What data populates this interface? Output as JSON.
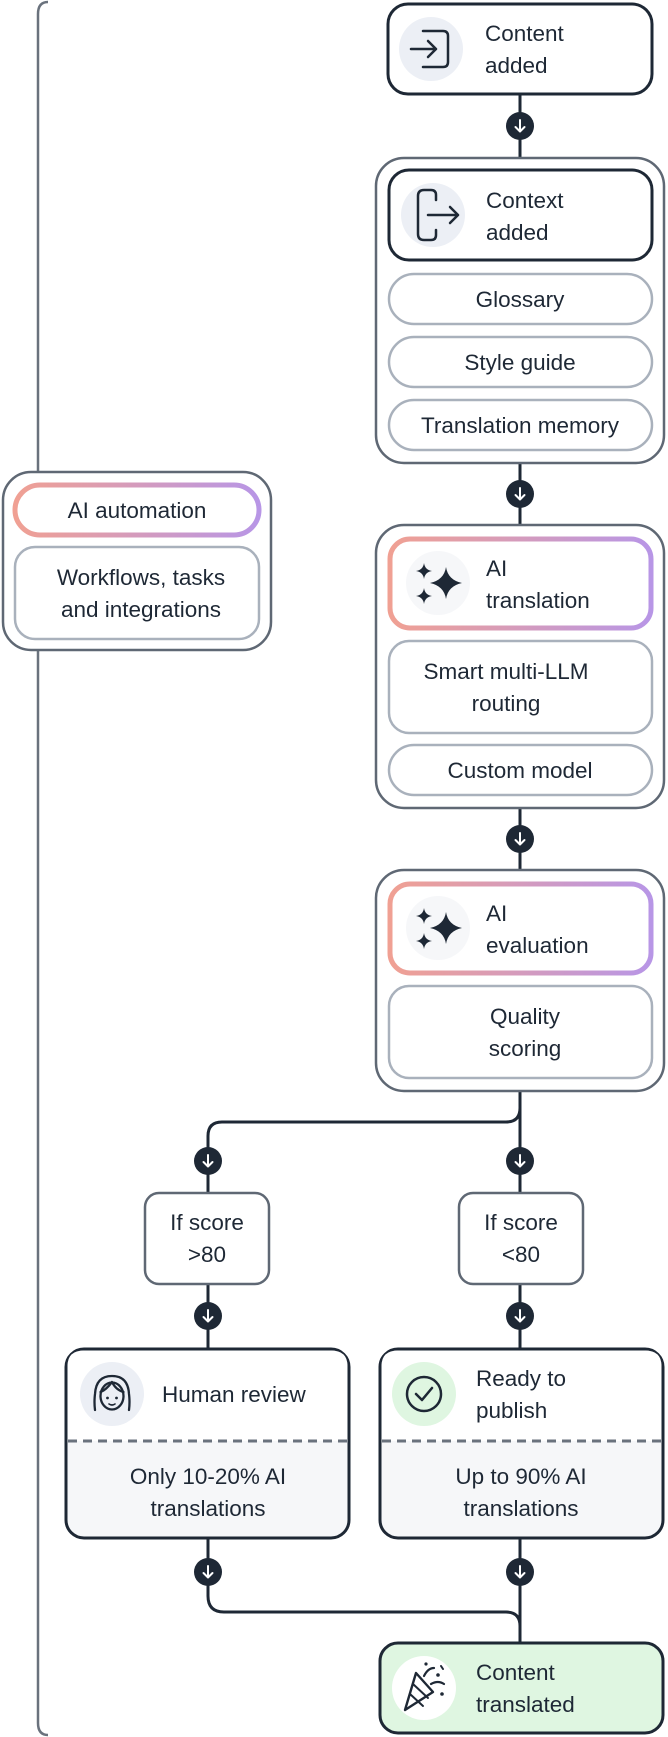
{
  "automation": {
    "title": "AI automation",
    "items": [
      "Workflows, tasks",
      "and integrations"
    ]
  },
  "content_added": {
    "lines": [
      "Content",
      "added"
    ],
    "icon": "sign-in-icon"
  },
  "context": {
    "header_lines": [
      "Context",
      "added"
    ],
    "icon": "sign-out-icon",
    "items": [
      "Glossary",
      "Style guide",
      "Translation memory"
    ]
  },
  "ai_translation": {
    "header_lines": [
      "AI",
      "translation"
    ],
    "icon": "sparkles-icon",
    "routing_lines": [
      "Smart multi-LLM",
      "routing"
    ],
    "custom_model": "Custom model"
  },
  "ai_evaluation": {
    "header_lines": [
      "AI",
      "evaluation"
    ],
    "icon": "sparkles-icon",
    "scoring_lines": [
      "Quality",
      "scoring"
    ]
  },
  "branch_high": {
    "lines": [
      "If score",
      ">80"
    ]
  },
  "branch_low": {
    "lines": [
      "If score",
      "<80"
    ]
  },
  "human_review": {
    "title": "Human review",
    "icon": "person-icon",
    "detail_lines": [
      "Only 10-20% AI",
      "translations"
    ]
  },
  "ready_publish": {
    "title_lines": [
      "Ready to",
      "publish"
    ],
    "icon": "check-circle-icon",
    "detail_lines": [
      "Up to 90% AI",
      "translations"
    ]
  },
  "content_translated": {
    "lines": [
      "Content",
      "translated"
    ],
    "icon": "party-popper-icon"
  },
  "colors": {
    "ink": "#1e2835",
    "outer_border": "#5f6874",
    "inner_border": "#a9b1bc",
    "gradient_start": "#f0a093",
    "gradient_end": "#b896e6",
    "icon_bg": "#eceff5",
    "green_bg": "#dff6e1",
    "panel_bg": "#f6f7f9"
  }
}
